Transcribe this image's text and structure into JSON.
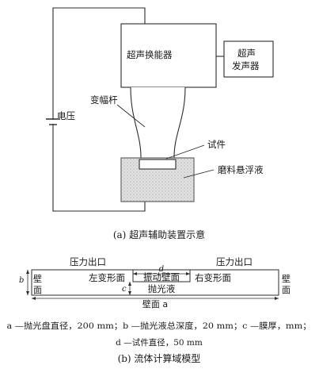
{
  "figure_a": {
    "transducer": "超声换能器",
    "generator_line1": "超声",
    "generator_line2": "发声器",
    "horn": "变幅杆",
    "voltage": "电压",
    "specimen": "试件",
    "slurry": "磨料悬浮液",
    "caption": "(a) 超声辅助装置示意"
  },
  "figure_b": {
    "outlet_left": "压力出口",
    "outlet_right": "压力出口",
    "dim_d": "d",
    "dim_b": "b",
    "dim_c": "c",
    "dim_a": "壁面 a",
    "wall_left_1": "壁",
    "wall_left_2": "面",
    "wall_right_1": "壁",
    "wall_right_2": "面",
    "left_deform": "左变形面",
    "vibrating_wall": "振动壁面",
    "right_deform": "右变形面",
    "polishing_fluid": "抛光液",
    "legend_line1": "a —抛光盘直径，200 mm；b —抛光液总深度，20 mm；c —膜厚，mm；",
    "legend_line2": "d —试件直径，50 mm",
    "caption": "(b) 流体计算域模型"
  },
  "colors": {
    "stroke": "#2b2b2b",
    "slurry_fill": "#dcdcdc"
  }
}
